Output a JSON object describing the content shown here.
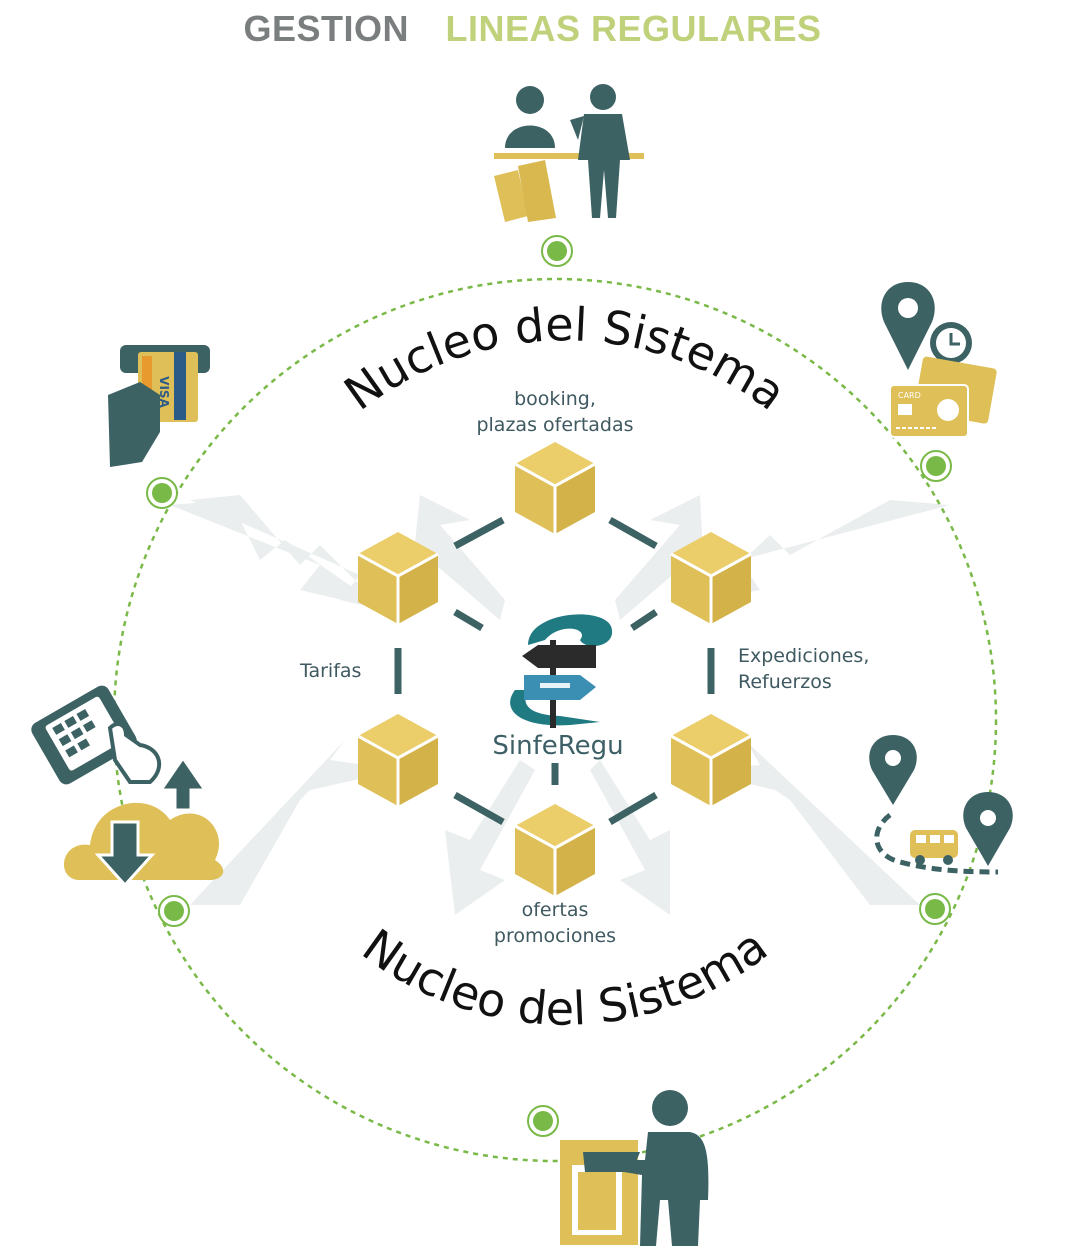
{
  "title": {
    "part1": "GESTION",
    "part2": "LINEAS REGULARES"
  },
  "arc_top_label": "Nucleo del Sistema",
  "arc_bottom_label": "Nucleo del Sistema",
  "center_label": "SinfeRegu",
  "labels": {
    "booking_line1": "booking,",
    "booking_line2": "plazas ofertadas",
    "tarifas": "Tarifas",
    "expediciones_line1": "Expediciones,",
    "expediciones_line2": "Refuerzos",
    "ofertas_line1": "ofertas",
    "ofertas_line2": "promociones"
  },
  "icons": {
    "card_visa": "VISA",
    "card_small": "CARD"
  },
  "colors": {
    "teal": "#3d6264",
    "gold": "#dfbf57",
    "green_dot": "#79b947",
    "arrow_grey": "#ebeeee",
    "title_green": "#bfd17a",
    "title_grey": "#7a7e7f"
  }
}
